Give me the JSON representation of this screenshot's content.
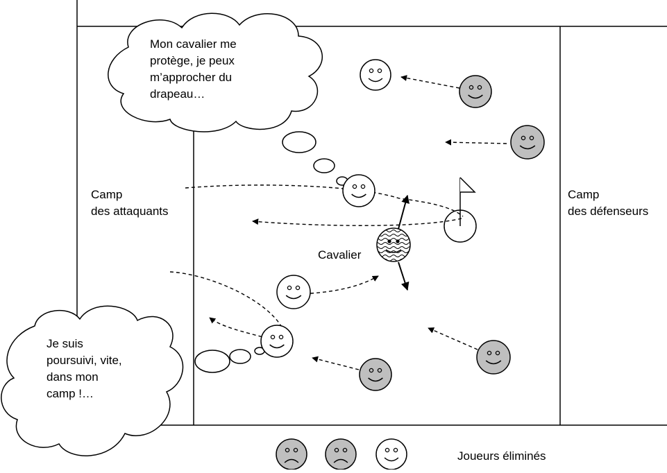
{
  "labels": {
    "attackers_camp_line1": "Camp",
    "attackers_camp_line2": "des attaquants",
    "defenders_camp_line1": "Camp",
    "defenders_camp_line2": "des défenseurs",
    "cavalier": "Cavalier",
    "eliminated": "Joueurs éliminés"
  },
  "thought_top": {
    "line1": "Mon cavalier me",
    "line2": "protège, je peux",
    "line3": "m’approcher du",
    "line4": "drapeau…"
  },
  "thought_bottom": {
    "line1": "Je suis",
    "line2": "poursuivi, vite,",
    "line3": "dans mon",
    "line4": "camp !…"
  },
  "colors": {
    "attacker_fill": "#ffffff",
    "defender_fill": "#bfbfbf",
    "stroke": "#000000"
  }
}
